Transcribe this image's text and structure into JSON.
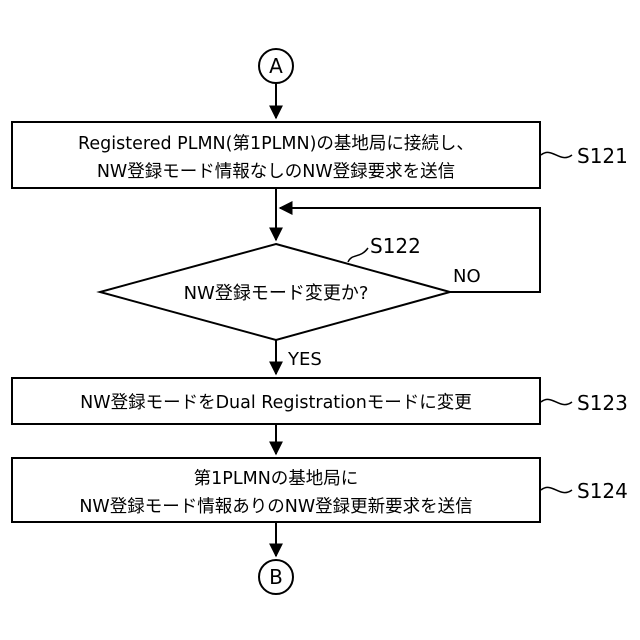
{
  "connectors": {
    "start": "A",
    "end": "B"
  },
  "steps": {
    "s121": {
      "lines": [
        "Registered PLMN(第1PLMN)の基地局に接続し、",
        "NW登録モード情報なしのNW登録要求を送信"
      ],
      "label": "S121"
    },
    "s122": {
      "text": "NW登録モード変更か?",
      "label": "S122",
      "yes": "YES",
      "no": "NO"
    },
    "s123": {
      "lines": [
        "NW登録モードをDual Registrationモードに変更"
      ],
      "label": "S123"
    },
    "s124": {
      "lines": [
        "第1PLMNの基地局に",
        "NW登録モード情報ありのNW登録更新要求を送信"
      ],
      "label": "S124"
    }
  }
}
